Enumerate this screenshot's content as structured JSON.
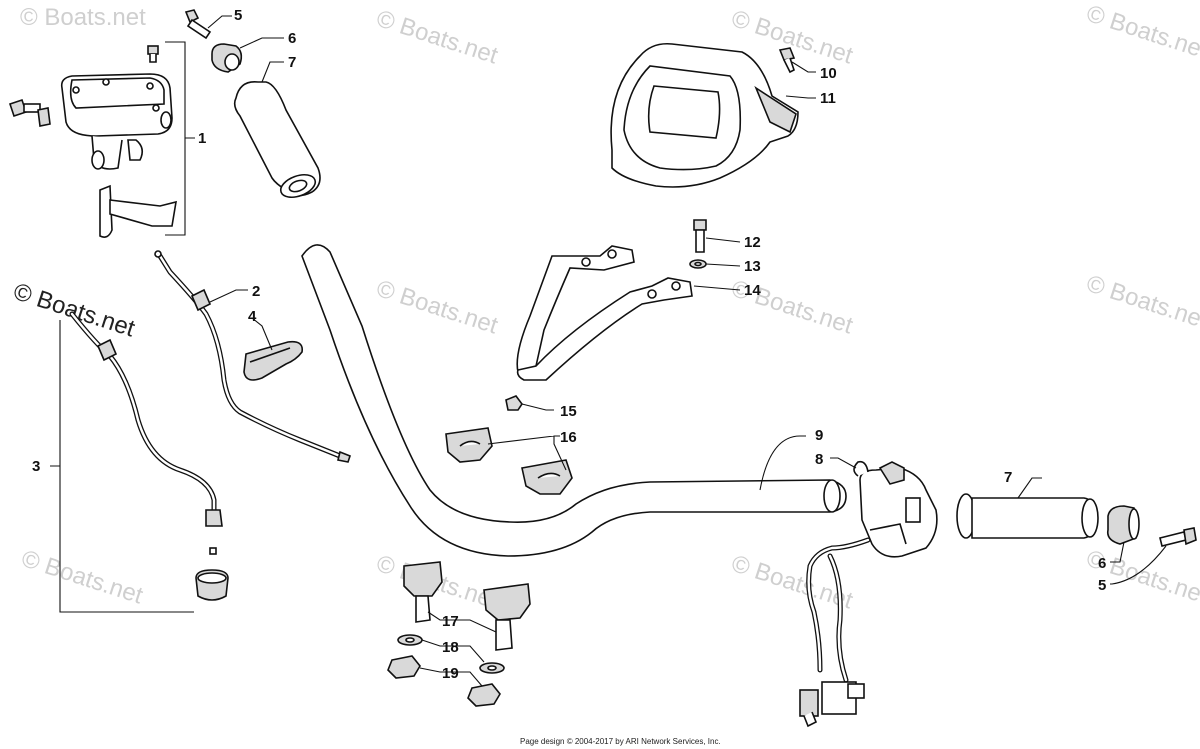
{
  "watermark": {
    "text": "© Boats.net",
    "color_faint": "#cfcfcf",
    "color_dark": "#222222"
  },
  "callouts": [
    {
      "id": "c1",
      "label": "1"
    },
    {
      "id": "c2",
      "label": "2"
    },
    {
      "id": "c3",
      "label": "3"
    },
    {
      "id": "c4",
      "label": "4"
    },
    {
      "id": "c5a",
      "label": "5"
    },
    {
      "id": "c5b",
      "label": "5"
    },
    {
      "id": "c6a",
      "label": "6"
    },
    {
      "id": "c6b",
      "label": "6"
    },
    {
      "id": "c7a",
      "label": "7"
    },
    {
      "id": "c7b",
      "label": "7"
    },
    {
      "id": "c8",
      "label": "8"
    },
    {
      "id": "c9",
      "label": "9"
    },
    {
      "id": "c10",
      "label": "10"
    },
    {
      "id": "c11",
      "label": "11"
    },
    {
      "id": "c12",
      "label": "12"
    },
    {
      "id": "c13",
      "label": "13"
    },
    {
      "id": "c14",
      "label": "14"
    },
    {
      "id": "c15",
      "label": "15"
    },
    {
      "id": "c16",
      "label": "16"
    },
    {
      "id": "c17",
      "label": "17"
    },
    {
      "id": "c18",
      "label": "18"
    },
    {
      "id": "c19",
      "label": "19"
    }
  ],
  "footer": "Page design © 2004-2017 by ARI Network Services, Inc."
}
